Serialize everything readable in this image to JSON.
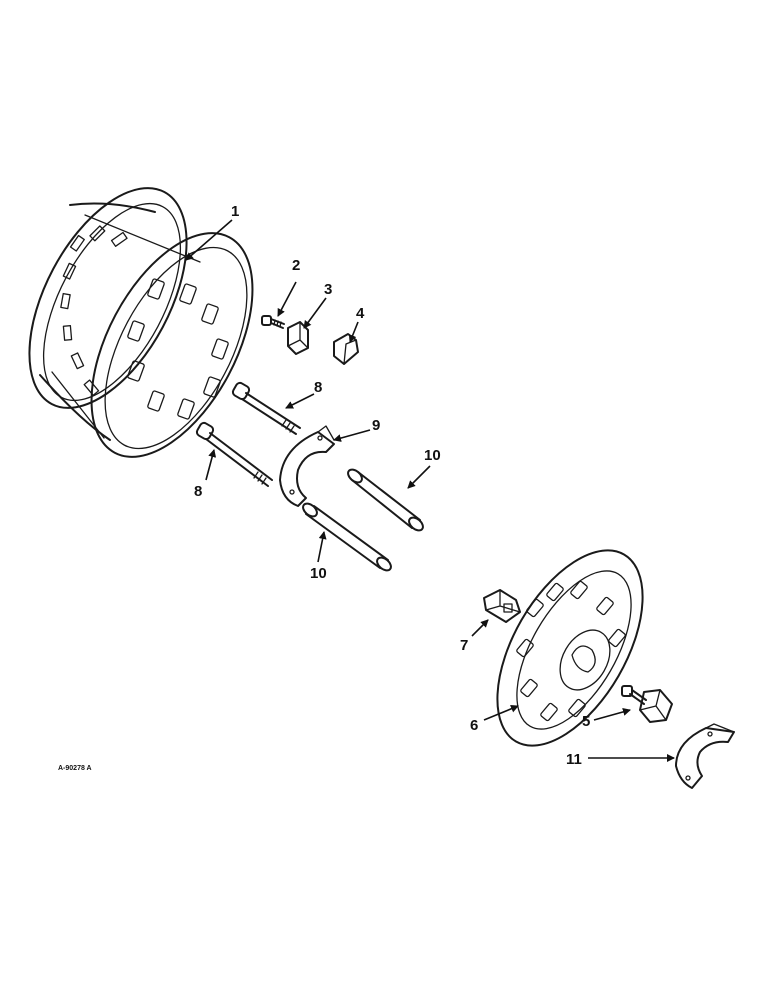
{
  "figure_ref": "A-90278 A",
  "callouts": [
    {
      "id": "c1",
      "text": "1"
    },
    {
      "id": "c2",
      "text": "2"
    },
    {
      "id": "c3",
      "text": "3"
    },
    {
      "id": "c4",
      "text": "4"
    },
    {
      "id": "c8a",
      "text": "8"
    },
    {
      "id": "c9",
      "text": "9"
    },
    {
      "id": "c8b",
      "text": "8"
    },
    {
      "id": "c10a",
      "text": "10"
    },
    {
      "id": "c10b",
      "text": "10"
    },
    {
      "id": "c7",
      "text": "7"
    },
    {
      "id": "c6",
      "text": "6"
    },
    {
      "id": "c5",
      "text": "5"
    },
    {
      "id": "c11",
      "text": "11"
    }
  ]
}
